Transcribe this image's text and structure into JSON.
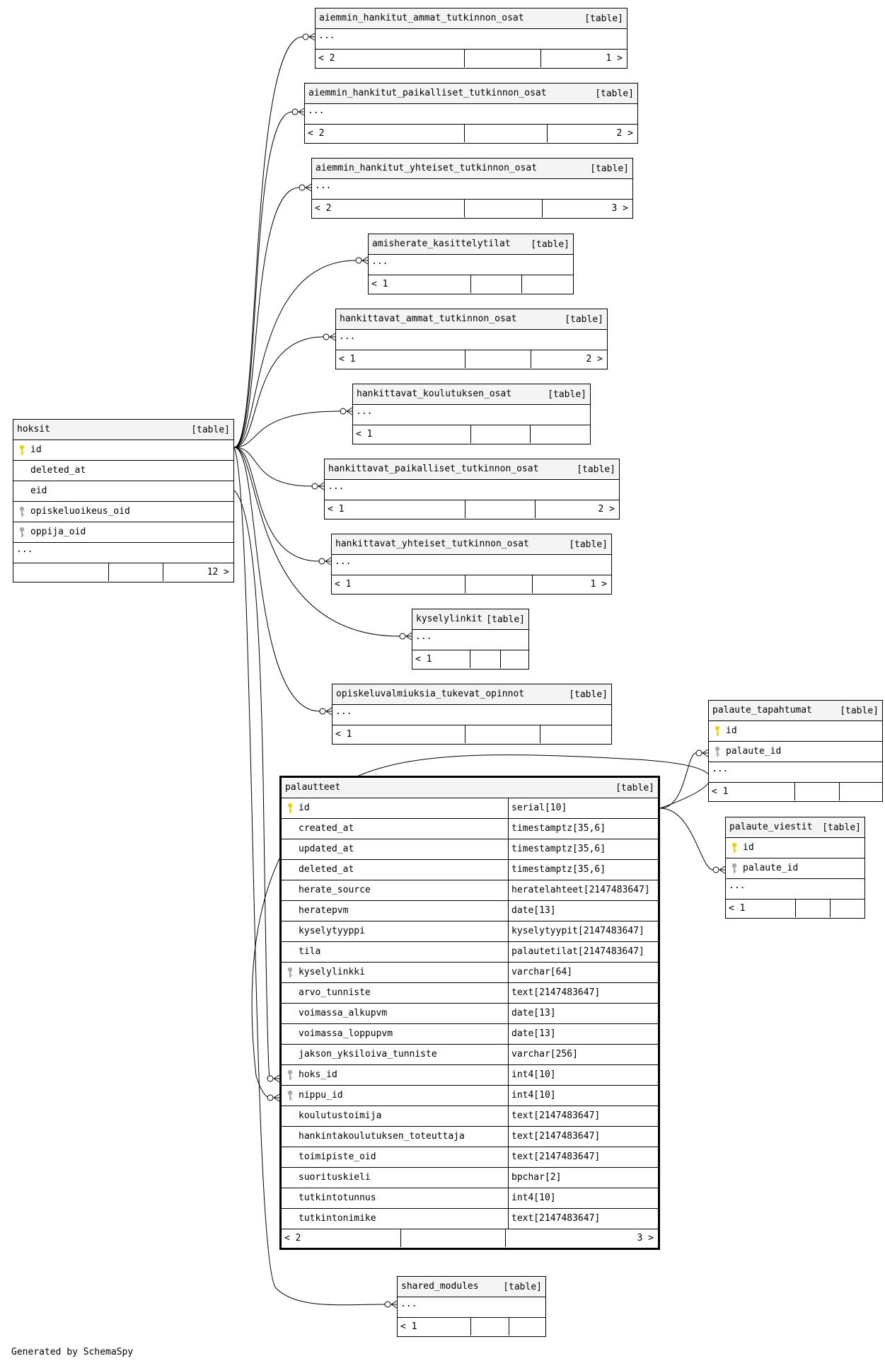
{
  "footer": {
    "credit": "Generated by SchemaSpy"
  },
  "tables": [
    {
      "id": "t1",
      "name": "aiemmin_hankitut_ammat_tutkinnon_osat",
      "kind": "[table]",
      "left_count": "< 2",
      "right_count": "1 >"
    },
    {
      "id": "t2",
      "name": "aiemmin_hankitut_paikalliset_tutkinnon_osat",
      "kind": "[table]",
      "left_count": "< 2",
      "right_count": "2 >"
    },
    {
      "id": "t3",
      "name": "aiemmin_hankitut_yhteiset_tutkinnon_osat",
      "kind": "[table]",
      "left_count": "< 2",
      "right_count": "3 >"
    },
    {
      "id": "t4",
      "name": "amisherate_kasittelytilat",
      "kind": "[table]",
      "left_count": "< 1",
      "right_count": ""
    },
    {
      "id": "t5",
      "name": "hankittavat_ammat_tutkinnon_osat",
      "kind": "[table]",
      "left_count": "< 1",
      "right_count": "2 >"
    },
    {
      "id": "t6",
      "name": "hankittavat_koulutuksen_osat",
      "kind": "[table]",
      "left_count": "< 1",
      "right_count": ""
    },
    {
      "id": "t7",
      "name": "hankittavat_paikalliset_tutkinnon_osat",
      "kind": "[table]",
      "left_count": "< 1",
      "right_count": "2 >"
    },
    {
      "id": "t8",
      "name": "hankittavat_yhteiset_tutkinnon_osat",
      "kind": "[table]",
      "left_count": "< 1",
      "right_count": "1 >"
    },
    {
      "id": "t9",
      "name": "kyselylinkit",
      "kind": "[table]",
      "left_count": "< 1",
      "right_count": ""
    },
    {
      "id": "t10",
      "name": "opiskeluvalmiuksia_tukevat_opinnot",
      "kind": "[table]",
      "left_count": "< 1",
      "right_count": ""
    },
    {
      "id": "t11",
      "name": "shared_modules",
      "kind": "[table]",
      "left_count": "< 1",
      "right_count": ""
    },
    {
      "id": "hoksit",
      "name": "hoksit",
      "kind": "[table]",
      "left_count": "",
      "right_count": "12 >",
      "columns": [
        {
          "name": "id",
          "key": "primary"
        },
        {
          "name": "deleted_at",
          "key": ""
        },
        {
          "name": "eid",
          "key": ""
        },
        {
          "name": "opiskeluoikeus_oid",
          "key": "foreign"
        },
        {
          "name": "oppija_oid",
          "key": "foreign"
        }
      ]
    },
    {
      "id": "tap",
      "name": "palaute_tapahtumat",
      "kind": "[table]",
      "left_count": "< 1",
      "right_count": "",
      "columns": [
        {
          "name": "id",
          "key": "primary"
        },
        {
          "name": "palaute_id",
          "key": "foreign"
        }
      ]
    },
    {
      "id": "vie",
      "name": "palaute_viestit",
      "kind": "[table]",
      "left_count": "< 1",
      "right_count": "",
      "columns": [
        {
          "name": "id",
          "key": "primary"
        },
        {
          "name": "palaute_id",
          "key": "foreign"
        }
      ]
    },
    {
      "id": "pal",
      "name": "palautteet",
      "kind": "[table]",
      "left_count": "< 2",
      "right_count": "3 >",
      "columns": [
        {
          "name": "id",
          "type": "serial[10]",
          "key": "primary"
        },
        {
          "name": "created_at",
          "type": "timestamptz[35,6]",
          "key": ""
        },
        {
          "name": "updated_at",
          "type": "timestamptz[35,6]",
          "key": ""
        },
        {
          "name": "deleted_at",
          "type": "timestamptz[35,6]",
          "key": ""
        },
        {
          "name": "herate_source",
          "type": "heratelahteet[2147483647]",
          "key": ""
        },
        {
          "name": "heratepvm",
          "type": "date[13]",
          "key": ""
        },
        {
          "name": "kyselytyyppi",
          "type": "kyselytyypit[2147483647]",
          "key": ""
        },
        {
          "name": "tila",
          "type": "palautetilat[2147483647]",
          "key": ""
        },
        {
          "name": "kyselylinkki",
          "type": "varchar[64]",
          "key": "foreign"
        },
        {
          "name": "arvo_tunniste",
          "type": "text[2147483647]",
          "key": ""
        },
        {
          "name": "voimassa_alkupvm",
          "type": "date[13]",
          "key": ""
        },
        {
          "name": "voimassa_loppupvm",
          "type": "date[13]",
          "key": ""
        },
        {
          "name": "jakson_yksiloiva_tunniste",
          "type": "varchar[256]",
          "key": ""
        },
        {
          "name": "hoks_id",
          "type": "int4[10]",
          "key": "foreign"
        },
        {
          "name": "nippu_id",
          "type": "int4[10]",
          "key": "foreign"
        },
        {
          "name": "koulutustoimija",
          "type": "text[2147483647]",
          "key": ""
        },
        {
          "name": "hankintakoulutuksen_toteuttaja",
          "type": "text[2147483647]",
          "key": ""
        },
        {
          "name": "toimipiste_oid",
          "type": "text[2147483647]",
          "key": ""
        },
        {
          "name": "suorituskieli",
          "type": "bpchar[2]",
          "key": ""
        },
        {
          "name": "tutkintotunnus",
          "type": "int4[10]",
          "key": ""
        },
        {
          "name": "tutkintonimike",
          "type": "text[2147483647]",
          "key": ""
        }
      ]
    }
  ]
}
